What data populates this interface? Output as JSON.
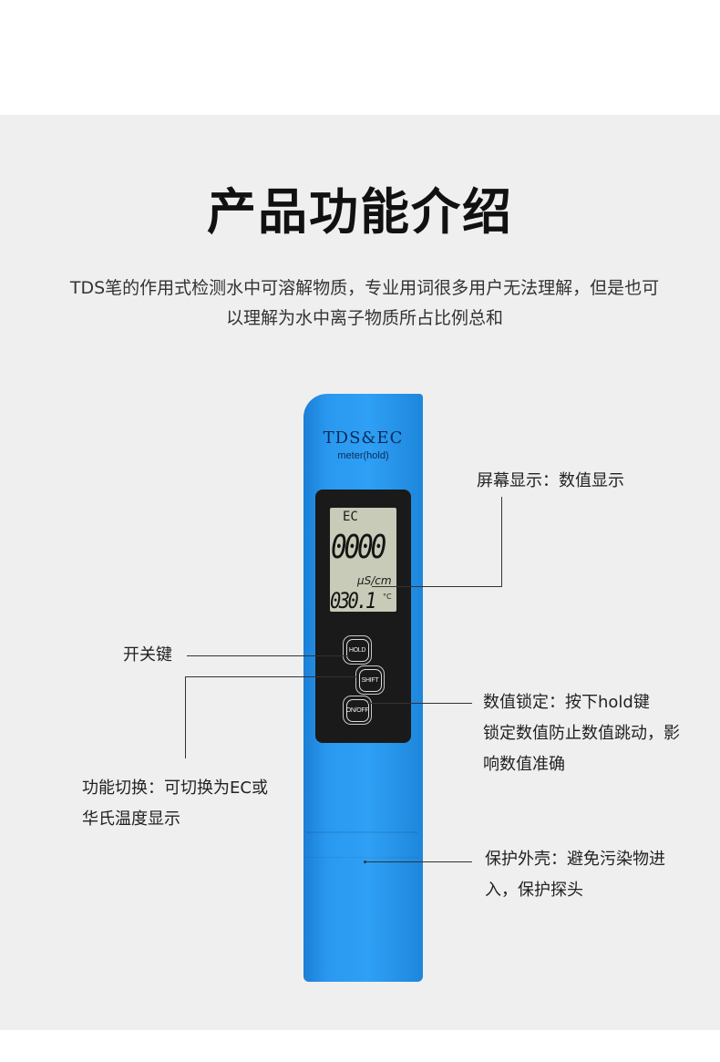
{
  "heading": "产品功能介绍",
  "description": [
    "TDS笔的作用式检测水中可溶解物质，专业用词很多用户无法理解，但是也可",
    "以理解为水中离子物质所占比例总和"
  ],
  "device": {
    "brand": "TDS&EC",
    "model": "meter(hold)",
    "lcd_mode": "EC",
    "lcd_value": "0000",
    "lcd_unit": "μS/cm",
    "lcd_temp": "030.1",
    "lcd_temp_unit": "°C",
    "buttons": {
      "hold": "HOLD",
      "shift": "SHIFT",
      "onoff": "ON/OFF"
    },
    "body_color": "#2a98f0"
  },
  "callouts": {
    "screen": "屏幕显示：数值显示",
    "power": "开关键",
    "function_line1": "功能切换：可切换为EC或",
    "function_line2": "华氏温度显示",
    "hold_line1": "数值锁定：按下hold键",
    "hold_line2": "锁定数值防止数值跳动，影",
    "hold_line3": "响数值准确",
    "shell_line1": "保护外壳：避免污染物进",
    "shell_line2": "入，保护探头"
  }
}
